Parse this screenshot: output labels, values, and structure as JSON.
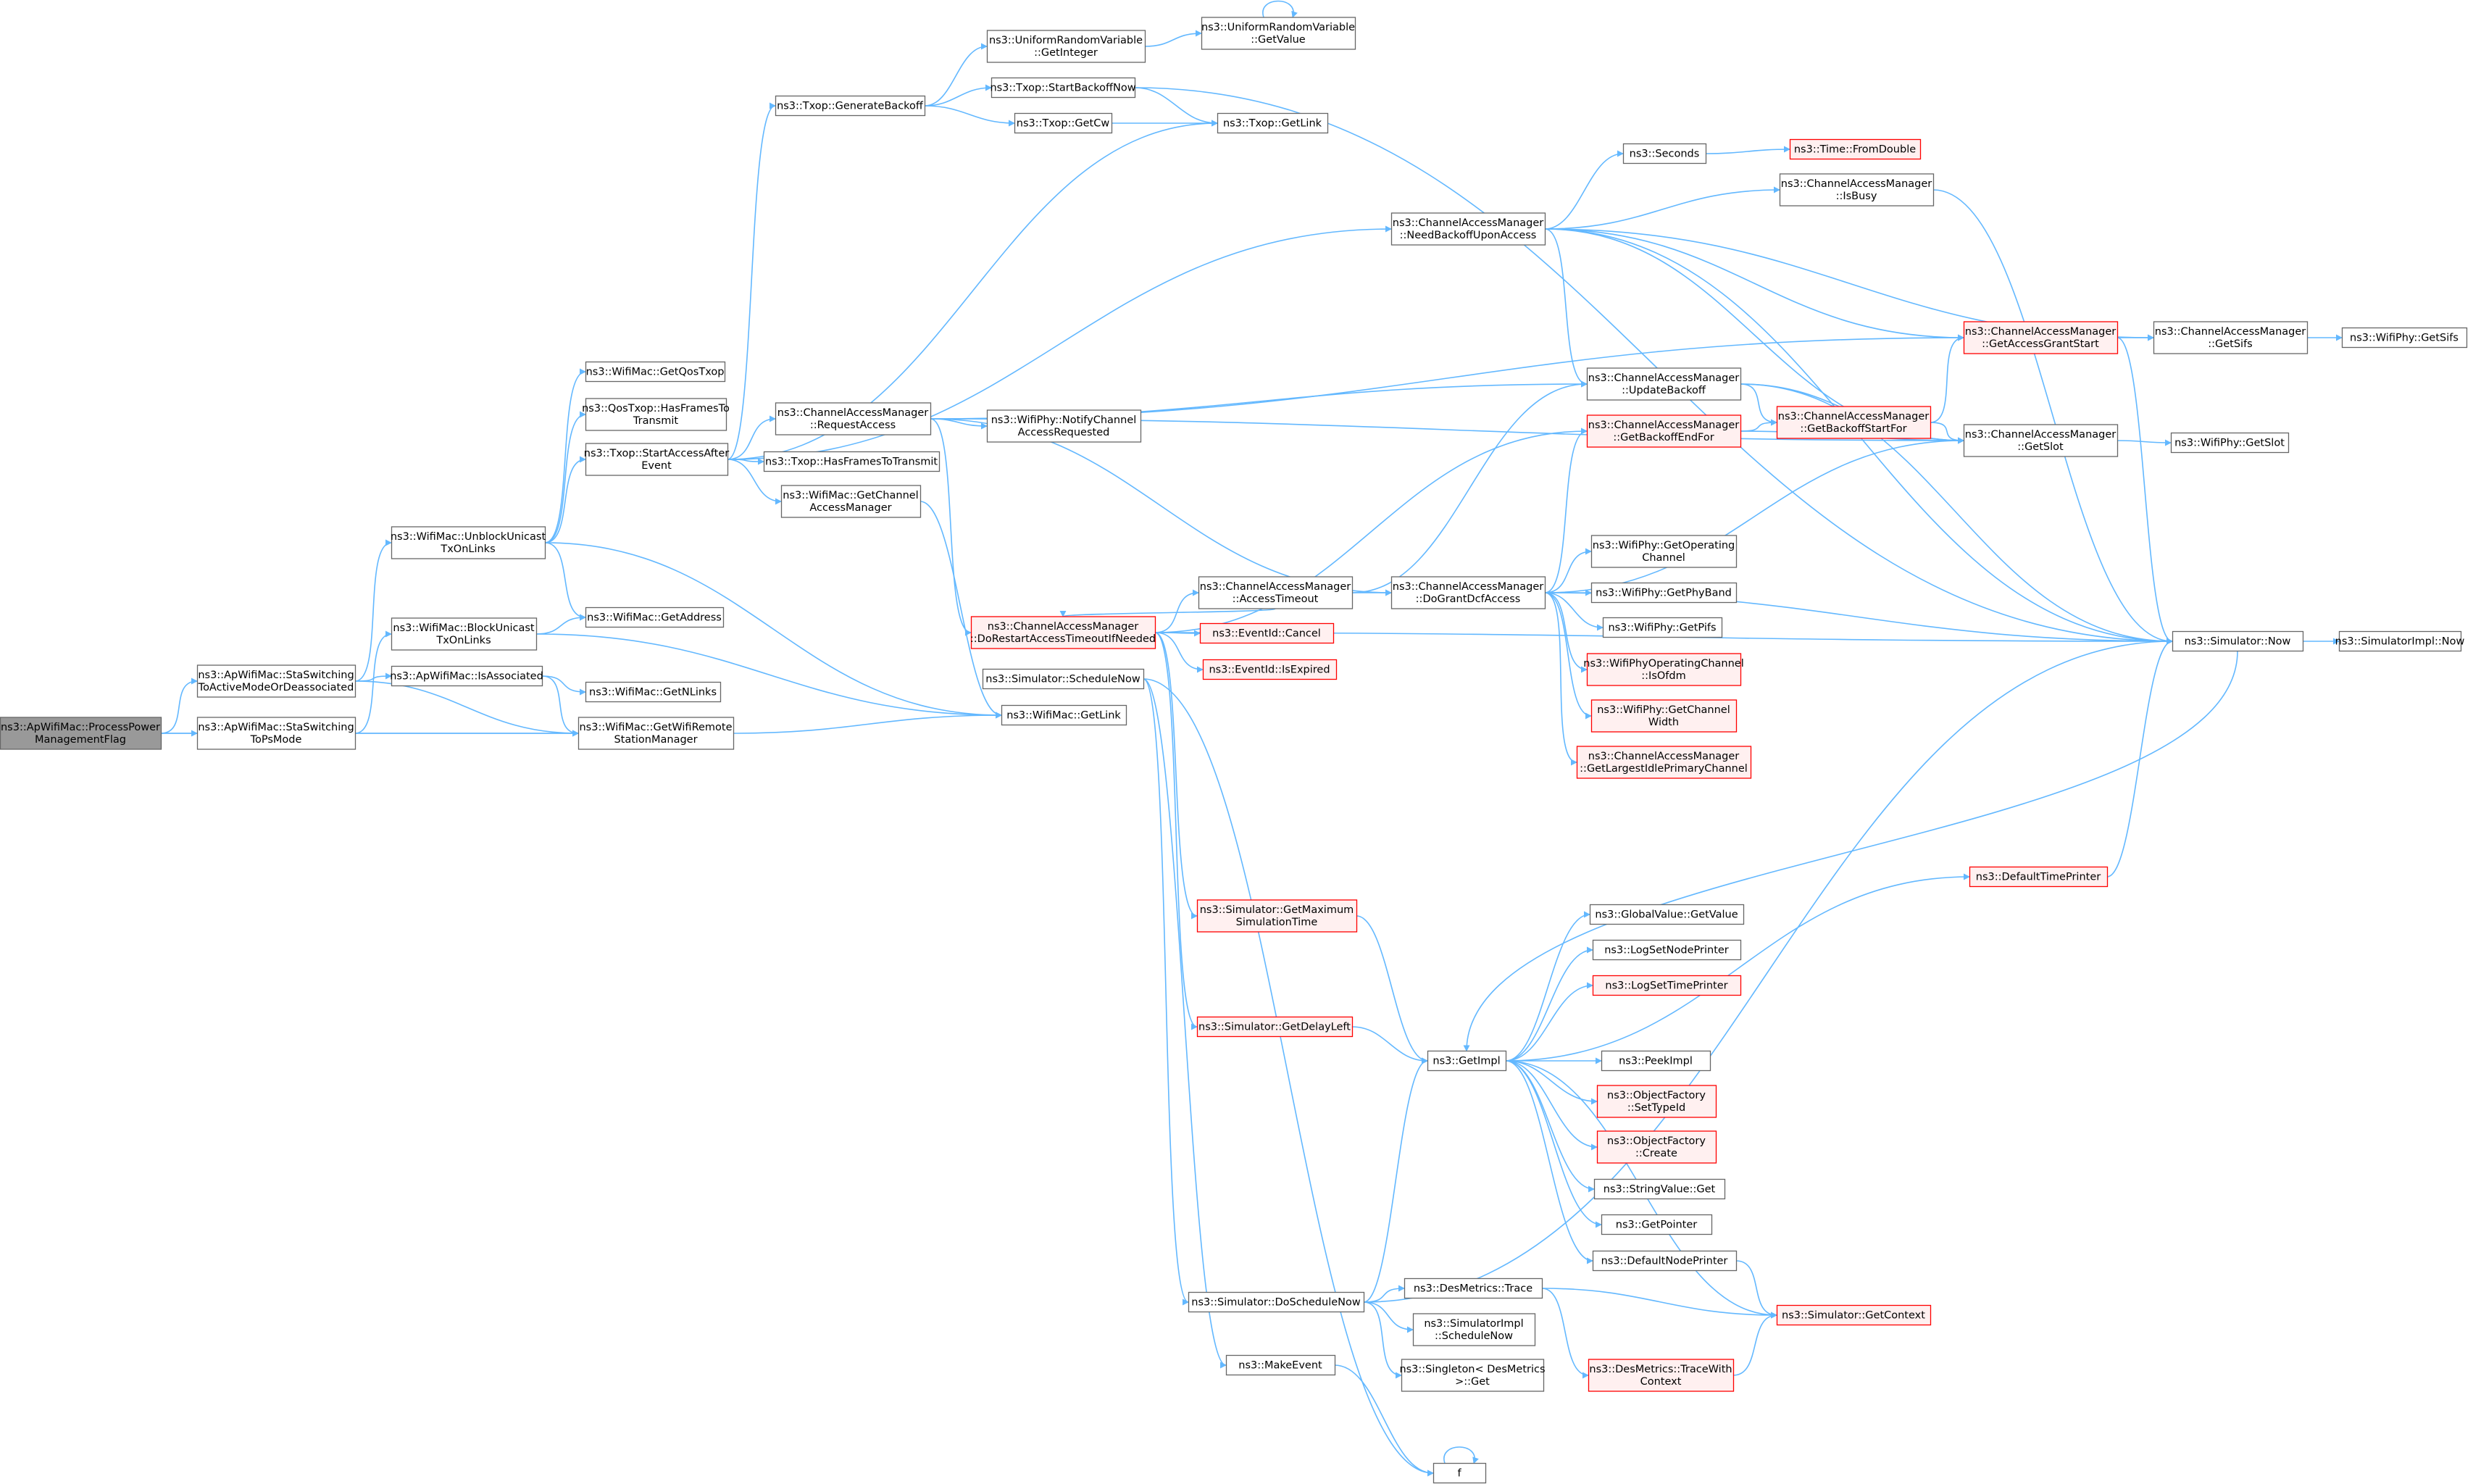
{
  "graph": {
    "colors": {
      "edge": "#63b8ff",
      "root_fill": "#999999",
      "node_border": "#666666",
      "node_border_truncated": "#ff0000",
      "node_fill_truncated": "#fff0f0",
      "text": "#000000"
    },
    "nodes": [
      {
        "id": "root",
        "lines": [
          "ns3::ApWifiMac::ProcessPower",
          "ManagementFlag"
        ],
        "style": "root"
      },
      {
        "id": "n_stasw_active",
        "lines": [
          "ns3::ApWifiMac::StaSwitching",
          "ToActiveModeOrDeassociated"
        ],
        "style": "normal"
      },
      {
        "id": "n_stasw_ps",
        "lines": [
          "ns3::ApWifiMac::StaSwitching",
          "ToPsMode"
        ],
        "style": "normal"
      },
      {
        "id": "n_unblock",
        "lines": [
          "ns3::WifiMac::UnblockUnicast",
          "TxOnLinks"
        ],
        "style": "normal"
      },
      {
        "id": "n_block",
        "lines": [
          "ns3::WifiMac::BlockUnicast",
          "TxOnLinks"
        ],
        "style": "normal"
      },
      {
        "id": "n_isassoc",
        "lines": [
          "ns3::ApWifiMac::IsAssociated"
        ],
        "style": "normal"
      },
      {
        "id": "n_getremote",
        "lines": [
          "ns3::WifiMac::GetWifiRemote",
          "StationManager"
        ],
        "style": "normal"
      },
      {
        "id": "n_getqostxop",
        "lines": [
          "ns3::WifiMac::GetQosTxop"
        ],
        "style": "normal"
      },
      {
        "id": "n_qoshasframes",
        "lines": [
          "ns3::QosTxop::HasFramesTo",
          "Transmit"
        ],
        "style": "normal"
      },
      {
        "id": "n_startaccess",
        "lines": [
          "ns3::Txop::StartAccessAfter",
          "Event"
        ],
        "style": "normal"
      },
      {
        "id": "n_getaddress",
        "lines": [
          "ns3::WifiMac::GetAddress"
        ],
        "style": "normal"
      },
      {
        "id": "n_getnlinks",
        "lines": [
          "ns3::WifiMac::GetNLinks"
        ],
        "style": "normal"
      },
      {
        "id": "n_genbackoff",
        "lines": [
          "ns3::Txop::GenerateBackoff"
        ],
        "style": "normal"
      },
      {
        "id": "n_reqaccess",
        "lines": [
          "ns3::ChannelAccessManager",
          "::RequestAccess"
        ],
        "style": "normal"
      },
      {
        "id": "n_txophasframes",
        "lines": [
          "ns3::Txop::HasFramesToTransmit"
        ],
        "style": "normal"
      },
      {
        "id": "n_getcam",
        "lines": [
          "ns3::WifiMac::GetChannel",
          "AccessManager"
        ],
        "style": "normal"
      },
      {
        "id": "n_getlink",
        "lines": [
          "ns3::WifiMac::GetLink"
        ],
        "style": "normal"
      },
      {
        "id": "n_schednow",
        "lines": [
          "ns3::Simulator::ScheduleNow"
        ],
        "style": "normal"
      },
      {
        "id": "n_dorestart",
        "lines": [
          "ns3::ChannelAccessManager",
          "::DoRestartAccessTimeoutIfNeeded"
        ],
        "style": "truncated"
      },
      {
        "id": "n_urv_getint",
        "lines": [
          "ns3::UniformRandomVariable",
          "::GetInteger"
        ],
        "style": "normal"
      },
      {
        "id": "n_urv_getval",
        "lines": [
          "ns3::UniformRandomVariable",
          "::GetValue"
        ],
        "style": "normal"
      },
      {
        "id": "n_startbackoff",
        "lines": [
          "ns3::Txop::StartBackoffNow"
        ],
        "style": "normal"
      },
      {
        "id": "n_getcw",
        "lines": [
          "ns3::Txop::GetCw"
        ],
        "style": "normal"
      },
      {
        "id": "n_txopgetlink",
        "lines": [
          "ns3::Txop::GetLink"
        ],
        "style": "normal"
      },
      {
        "id": "n_notifyreq",
        "lines": [
          "ns3::WifiPhy::NotifyChannel",
          "AccessRequested"
        ],
        "style": "normal"
      },
      {
        "id": "n_accesstimeout",
        "lines": [
          "ns3::ChannelAccessManager",
          "::AccessTimeout"
        ],
        "style": "normal"
      },
      {
        "id": "n_evcancel",
        "lines": [
          "ns3::EventId::Cancel"
        ],
        "style": "truncated"
      },
      {
        "id": "n_evexpired",
        "lines": [
          "ns3::EventId::IsExpired"
        ],
        "style": "truncated"
      },
      {
        "id": "n_getmaxsim",
        "lines": [
          "ns3::Simulator::GetMaximum",
          "SimulationTime"
        ],
        "style": "truncated"
      },
      {
        "id": "n_getdelayleft",
        "lines": [
          "ns3::Simulator::GetDelayLeft"
        ],
        "style": "truncated"
      },
      {
        "id": "n_doschednow",
        "lines": [
          "ns3::Simulator::DoScheduleNow"
        ],
        "style": "normal"
      },
      {
        "id": "n_makeevent",
        "lines": [
          "ns3::MakeEvent"
        ],
        "style": "normal"
      },
      {
        "id": "n_needbackoff",
        "lines": [
          "ns3::ChannelAccessManager",
          "::NeedBackoffUponAccess"
        ],
        "style": "normal"
      },
      {
        "id": "n_updatebackoff",
        "lines": [
          "ns3::ChannelAccessManager",
          "::UpdateBackoff"
        ],
        "style": "normal"
      },
      {
        "id": "n_getbackoffend",
        "lines": [
          "ns3::ChannelAccessManager",
          "::GetBackoffEndFor"
        ],
        "style": "truncated"
      },
      {
        "id": "n_dogrant",
        "lines": [
          "ns3::ChannelAccessManager",
          "::DoGrantDcfAccess"
        ],
        "style": "normal"
      },
      {
        "id": "n_seconds",
        "lines": [
          "ns3::Seconds"
        ],
        "style": "normal"
      },
      {
        "id": "n_fromdouble",
        "lines": [
          "ns3::Time::FromDouble"
        ],
        "style": "truncated"
      },
      {
        "id": "n_isbusy",
        "lines": [
          "ns3::ChannelAccessManager",
          "::IsBusy"
        ],
        "style": "normal"
      },
      {
        "id": "n_getaccessgrant",
        "lines": [
          "ns3::ChannelAccessManager",
          "::GetAccessGrantStart"
        ],
        "style": "truncated"
      },
      {
        "id": "n_getbackoffstart",
        "lines": [
          "ns3::ChannelAccessManager",
          "::GetBackoffStartFor"
        ],
        "style": "truncated"
      },
      {
        "id": "n_getslot_cam",
        "lines": [
          "ns3::ChannelAccessManager",
          "::GetSlot"
        ],
        "style": "normal"
      },
      {
        "id": "n_getsifs_cam",
        "lines": [
          "ns3::ChannelAccessManager",
          "::GetSifs"
        ],
        "style": "normal"
      },
      {
        "id": "n_phygetsifs",
        "lines": [
          "ns3::WifiPhy::GetSifs"
        ],
        "style": "normal"
      },
      {
        "id": "n_phygetslot",
        "lines": [
          "ns3::WifiPhy::GetSlot"
        ],
        "style": "normal"
      },
      {
        "id": "n_simnow",
        "lines": [
          "ns3::Simulator::Now"
        ],
        "style": "normal"
      },
      {
        "id": "n_simimplnow",
        "lines": [
          "ns3::SimulatorImpl::Now"
        ],
        "style": "normal"
      },
      {
        "id": "n_getopchan",
        "lines": [
          "ns3::WifiPhy::GetOperating",
          "Channel"
        ],
        "style": "normal"
      },
      {
        "id": "n_getphyband",
        "lines": [
          "ns3::WifiPhy::GetPhyBand"
        ],
        "style": "normal"
      },
      {
        "id": "n_getpifs",
        "lines": [
          "ns3::WifiPhy::GetPifs"
        ],
        "style": "normal"
      },
      {
        "id": "n_isofdm",
        "lines": [
          "ns3::WifiPhyOperatingChannel",
          "::IsOfdm"
        ],
        "style": "truncated"
      },
      {
        "id": "n_getchanwidth",
        "lines": [
          "ns3::WifiPhy::GetChannel",
          "Width"
        ],
        "style": "truncated"
      },
      {
        "id": "n_getlargest",
        "lines": [
          "ns3::ChannelAccessManager",
          "::GetLargestIdlePrimaryChannel"
        ],
        "style": "truncated"
      },
      {
        "id": "n_deftimeprinter",
        "lines": [
          "ns3::DefaultTimePrinter"
        ],
        "style": "truncated"
      },
      {
        "id": "n_globalvalue",
        "lines": [
          "ns3::GlobalValue::GetValue"
        ],
        "style": "normal"
      },
      {
        "id": "n_logsetnode",
        "lines": [
          "ns3::LogSetNodePrinter"
        ],
        "style": "normal"
      },
      {
        "id": "n_logsettime",
        "lines": [
          "ns3::LogSetTimePrinter"
        ],
        "style": "truncated"
      },
      {
        "id": "n_getimpl",
        "lines": [
          "ns3::GetImpl"
        ],
        "style": "normal"
      },
      {
        "id": "n_peekimpl",
        "lines": [
          "ns3::PeekImpl"
        ],
        "style": "normal"
      },
      {
        "id": "n_settypeid",
        "lines": [
          "ns3::ObjectFactory",
          "::SetTypeId"
        ],
        "style": "truncated"
      },
      {
        "id": "n_create",
        "lines": [
          "ns3::ObjectFactory",
          "::Create"
        ],
        "style": "truncated"
      },
      {
        "id": "n_stringget",
        "lines": [
          "ns3::StringValue::Get"
        ],
        "style": "normal"
      },
      {
        "id": "n_getpointer",
        "lines": [
          "ns3::GetPointer"
        ],
        "style": "normal"
      },
      {
        "id": "n_defnodeprinter",
        "lines": [
          "ns3::DefaultNodePrinter"
        ],
        "style": "normal"
      },
      {
        "id": "n_desmetrics",
        "lines": [
          "ns3::DesMetrics::Trace"
        ],
        "style": "normal"
      },
      {
        "id": "n_simimplsched",
        "lines": [
          "ns3::SimulatorImpl",
          "::ScheduleNow"
        ],
        "style": "normal"
      },
      {
        "id": "n_singleton",
        "lines": [
          "ns3::Singleton< DesMetrics",
          ">::Get"
        ],
        "style": "normal"
      },
      {
        "id": "n_tracewith",
        "lines": [
          "ns3::DesMetrics::TraceWith",
          "Context"
        ],
        "style": "truncated"
      },
      {
        "id": "n_getcontext",
        "lines": [
          "ns3::Simulator::GetContext"
        ],
        "style": "truncated"
      },
      {
        "id": "n_f",
        "lines": [
          "f"
        ],
        "style": "normal"
      }
    ],
    "edges": [
      [
        "root",
        "n_stasw_active"
      ],
      [
        "root",
        "n_stasw_ps"
      ],
      [
        "root",
        "n_getremote"
      ],
      [
        "n_stasw_active",
        "n_unblock"
      ],
      [
        "n_stasw_active",
        "n_isassoc"
      ],
      [
        "n_stasw_active",
        "n_getremote"
      ],
      [
        "n_stasw_ps",
        "n_block"
      ],
      [
        "n_stasw_ps",
        "n_getremote"
      ],
      [
        "n_unblock",
        "n_getqostxop"
      ],
      [
        "n_unblock",
        "n_qoshasframes"
      ],
      [
        "n_unblock",
        "n_startaccess"
      ],
      [
        "n_unblock",
        "n_getaddress"
      ],
      [
        "n_unblock",
        "n_getlink"
      ],
      [
        "n_block",
        "n_getaddress"
      ],
      [
        "n_block",
        "n_getlink"
      ],
      [
        "n_isassoc",
        "n_getnlinks"
      ],
      [
        "n_isassoc",
        "n_getremote"
      ],
      [
        "n_getremote",
        "n_getlink"
      ],
      [
        "n_startaccess",
        "n_genbackoff"
      ],
      [
        "n_startaccess",
        "n_reqaccess"
      ],
      [
        "n_startaccess",
        "n_txophasframes"
      ],
      [
        "n_startaccess",
        "n_getcam"
      ],
      [
        "n_startaccess",
        "n_txopgetlink"
      ],
      [
        "n_startaccess",
        "n_needbackoff"
      ],
      [
        "n_getcam",
        "n_getlink"
      ],
      [
        "n_genbackoff",
        "n_urv_getint"
      ],
      [
        "n_genbackoff",
        "n_startbackoff"
      ],
      [
        "n_genbackoff",
        "n_getcw"
      ],
      [
        "n_urv_getint",
        "n_urv_getval"
      ],
      [
        "n_urv_getval",
        "n_urv_getval"
      ],
      [
        "n_startbackoff",
        "n_txopgetlink"
      ],
      [
        "n_startbackoff",
        "n_simnow"
      ],
      [
        "n_getcw",
        "n_txopgetlink"
      ],
      [
        "n_reqaccess",
        "n_notifyreq"
      ],
      [
        "n_reqaccess",
        "n_updatebackoff"
      ],
      [
        "n_reqaccess",
        "n_dogrant"
      ],
      [
        "n_reqaccess",
        "n_dorestart"
      ],
      [
        "n_reqaccess",
        "n_getaccessgrant"
      ],
      [
        "n_reqaccess",
        "n_getslot_cam"
      ],
      [
        "n_dorestart",
        "n_accesstimeout"
      ],
      [
        "n_dorestart",
        "n_evcancel"
      ],
      [
        "n_dorestart",
        "n_evexpired"
      ],
      [
        "n_dorestart",
        "n_getmaxsim"
      ],
      [
        "n_dorestart",
        "n_getdelayleft"
      ],
      [
        "n_dorestart",
        "n_simnow"
      ],
      [
        "n_dorestart",
        "n_getbackoffend"
      ],
      [
        "n_accesstimeout",
        "n_dorestart"
      ],
      [
        "n_accesstimeout",
        "n_dogrant"
      ],
      [
        "n_accesstimeout",
        "n_updatebackoff"
      ],
      [
        "n_schednow",
        "n_doschednow"
      ],
      [
        "n_schednow",
        "n_makeevent"
      ],
      [
        "n_schednow",
        "n_f"
      ],
      [
        "n_needbackoff",
        "n_seconds"
      ],
      [
        "n_needbackoff",
        "n_isbusy"
      ],
      [
        "n_needbackoff",
        "n_getaccessgrant"
      ],
      [
        "n_needbackoff",
        "n_updatebackoff"
      ],
      [
        "n_needbackoff",
        "n_getslot_cam"
      ],
      [
        "n_needbackoff",
        "n_getsifs_cam"
      ],
      [
        "n_needbackoff",
        "n_simnow"
      ],
      [
        "n_seconds",
        "n_fromdouble"
      ],
      [
        "n_isbusy",
        "n_simnow"
      ],
      [
        "n_updatebackoff",
        "n_getbackoffstart"
      ],
      [
        "n_updatebackoff",
        "n_getslot_cam"
      ],
      [
        "n_updatebackoff",
        "n_simnow"
      ],
      [
        "n_getbackoffend",
        "n_getbackoffstart"
      ],
      [
        "n_getbackoffend",
        "n_getslot_cam"
      ],
      [
        "n_getbackoffstart",
        "n_getaccessgrant"
      ],
      [
        "n_getbackoffstart",
        "n_getslot_cam"
      ],
      [
        "n_getaccessgrant",
        "n_getsifs_cam"
      ],
      [
        "n_getaccessgrant",
        "n_simnow"
      ],
      [
        "n_getsifs_cam",
        "n_phygetsifs"
      ],
      [
        "n_getslot_cam",
        "n_phygetslot"
      ],
      [
        "n_dogrant",
        "n_getbackoffend"
      ],
      [
        "n_dogrant",
        "n_getslot_cam"
      ],
      [
        "n_dogrant",
        "n_getopchan"
      ],
      [
        "n_dogrant",
        "n_getphyband"
      ],
      [
        "n_dogrant",
        "n_getpifs"
      ],
      [
        "n_dogrant",
        "n_isofdm"
      ],
      [
        "n_dogrant",
        "n_getchanwidth"
      ],
      [
        "n_dogrant",
        "n_getlargest"
      ],
      [
        "n_dogrant",
        "n_simnow"
      ],
      [
        "n_simnow",
        "n_simimplnow"
      ],
      [
        "n_simnow",
        "n_getimpl"
      ],
      [
        "n_getmaxsim",
        "n_getimpl"
      ],
      [
        "n_getdelayleft",
        "n_getimpl"
      ],
      [
        "n_doschednow",
        "n_getimpl"
      ],
      [
        "n_doschednow",
        "n_desmetrics"
      ],
      [
        "n_doschednow",
        "n_simimplsched"
      ],
      [
        "n_doschednow",
        "n_singleton"
      ],
      [
        "n_doschednow",
        "n_simnow"
      ],
      [
        "n_makeevent",
        "n_f"
      ],
      [
        "n_f",
        "n_f"
      ],
      [
        "n_getimpl",
        "n_deftimeprinter"
      ],
      [
        "n_getimpl",
        "n_globalvalue"
      ],
      [
        "n_getimpl",
        "n_logsetnode"
      ],
      [
        "n_getimpl",
        "n_logsettime"
      ],
      [
        "n_getimpl",
        "n_peekimpl"
      ],
      [
        "n_getimpl",
        "n_settypeid"
      ],
      [
        "n_getimpl",
        "n_create"
      ],
      [
        "n_getimpl",
        "n_stringget"
      ],
      [
        "n_getimpl",
        "n_getpointer"
      ],
      [
        "n_getimpl",
        "n_defnodeprinter"
      ],
      [
        "n_getimpl",
        "n_getcontext"
      ],
      [
        "n_deftimeprinter",
        "n_simnow"
      ],
      [
        "n_defnodeprinter",
        "n_getcontext"
      ],
      [
        "n_desmetrics",
        "n_tracewith"
      ],
      [
        "n_desmetrics",
        "n_getcontext"
      ],
      [
        "n_tracewith",
        "n_getcontext"
      ]
    ]
  }
}
